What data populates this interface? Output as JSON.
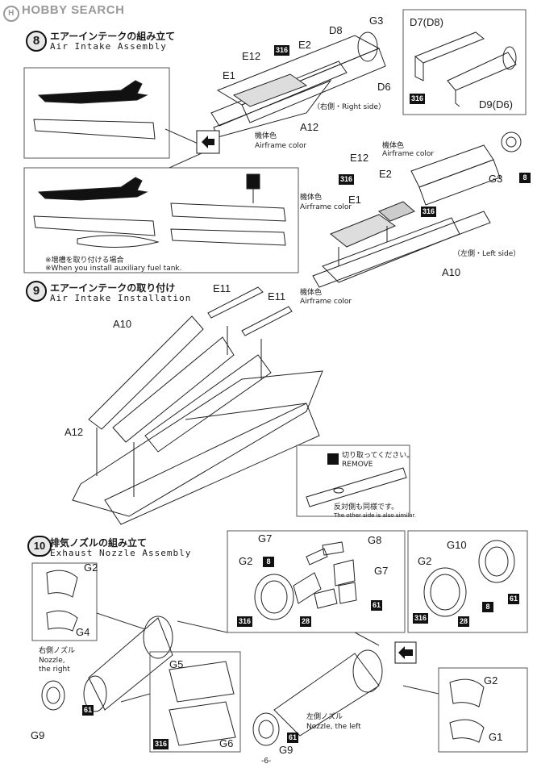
{
  "header": {
    "logo_text": "HOBBY SEARCH"
  },
  "step8": {
    "number": "8",
    "title_jp": "エアーインテークの組み立て",
    "title_en": "Air Intake Assembly",
    "right_side": "（右側・Right side）",
    "left_side": "（左側・Left side）",
    "airframe_jp": "機体色",
    "airframe_en": "Airframe color",
    "tank_note_jp": "※増槽を取り付ける場合",
    "tank_note_en": "※When you install auxiliary fuel tank.",
    "inset_d7": "D7(D8)",
    "inset_d9": "D9(D6)",
    "parts": {
      "e1": "E1",
      "e2": "E2",
      "e12": "E12",
      "d8": "D8",
      "g3": "G3",
      "d6": "D6",
      "a12": "A12",
      "a10": "A10"
    }
  },
  "step9": {
    "number": "9",
    "title_jp": "エアーインテークの取り付け",
    "title_en": "Air Intake Installation",
    "remove_jp": "切り取ってください。",
    "remove_en": "REMOVE",
    "similar_jp": "反対側も同様です。",
    "similar_en": "The other side is also similar.",
    "parts": {
      "e11": "E11",
      "a10": "A10",
      "a12": "A12"
    }
  },
  "step10": {
    "number": "10",
    "title_jp": "排気ノズルの組み立て",
    "title_en": "Exhaust Nozzle Assembly",
    "nozzle_right_jp": "右側ノズル",
    "nozzle_right_en1": "Nozzle,",
    "nozzle_right_en2": "the right",
    "nozzle_left_jp": "左側ノズル",
    "nozzle_left_en": "Nozzle, the left",
    "parts": {
      "g1": "G1",
      "g2": "G2",
      "g4": "G4",
      "g5": "G5",
      "g6": "G6",
      "g7": "G7",
      "g8": "G8",
      "g9": "G9",
      "g10": "G10"
    }
  },
  "paint_tags": {
    "t316": "316",
    "t8": "8",
    "t28": "28",
    "t61": "61"
  },
  "footer": {
    "page": "-6-"
  }
}
